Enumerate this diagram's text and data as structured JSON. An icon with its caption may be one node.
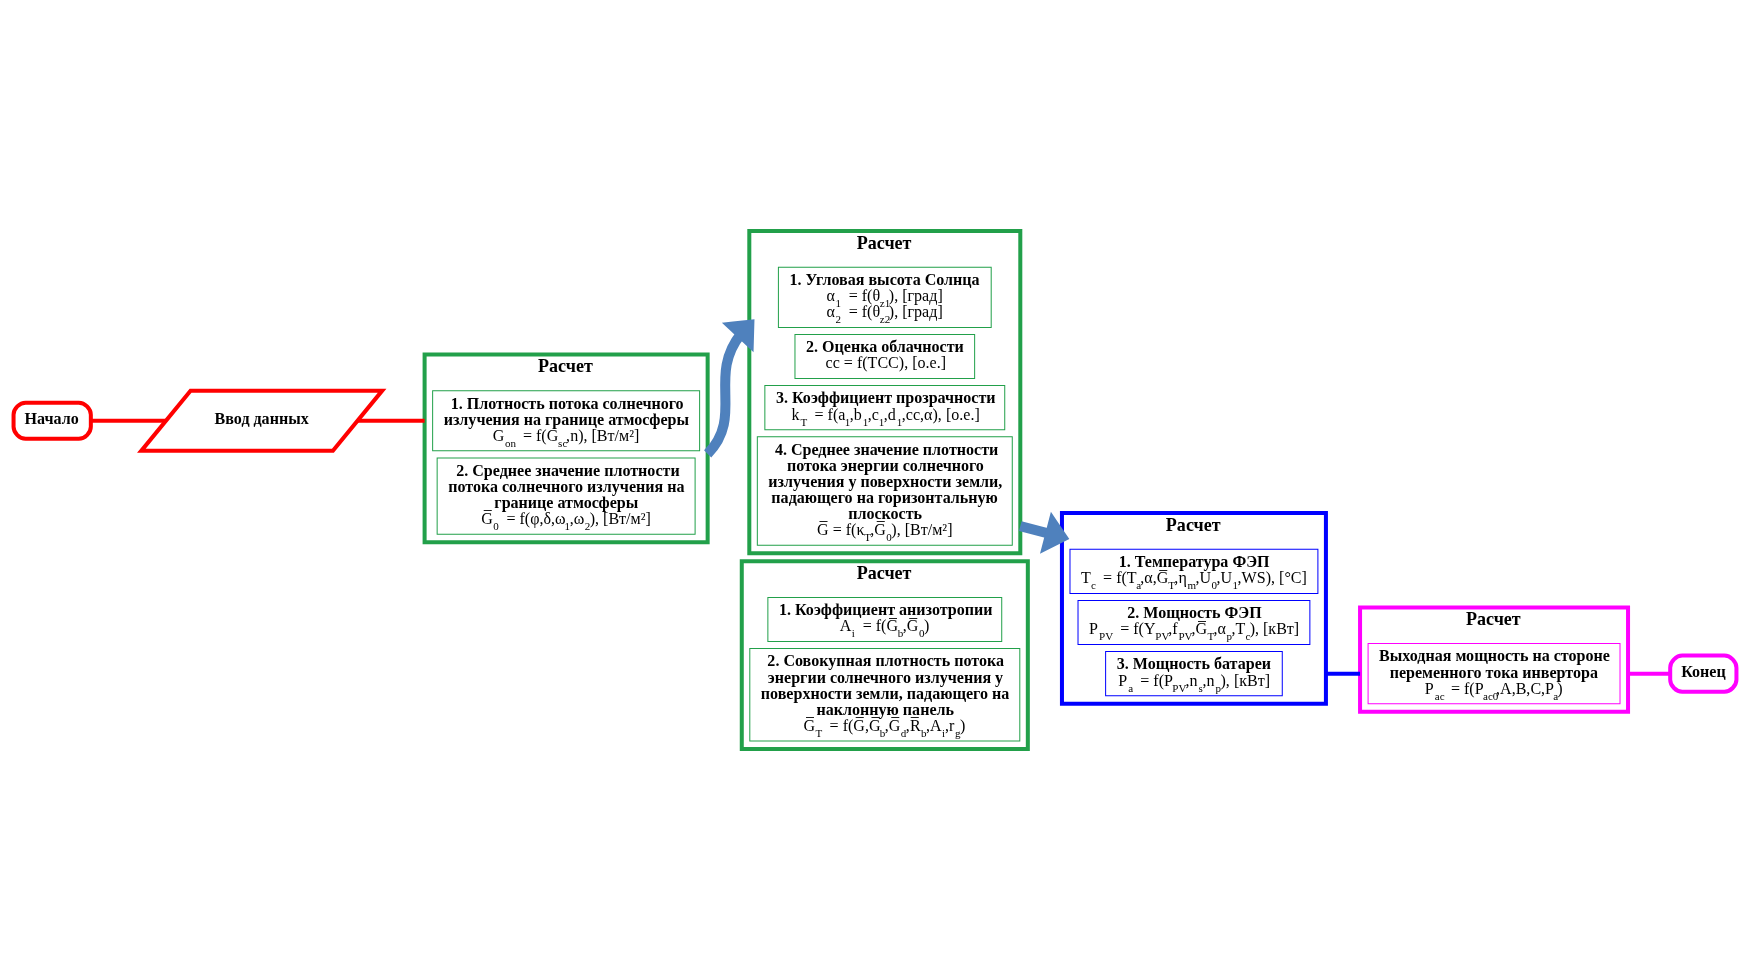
{
  "diagram": {
    "nodes": [
      {
        "text": [
          "Начало"
        ]
      },
      {
        "text": [
          "Ввод данных"
        ]
      },
      {
        "text": [
          "Расчет"
        ]
      },
      {
        "text": [
          "1. Плотность потока солнечного излучения на границе атмосферы",
          "G$_{on}$ = f(G$_{sc}$,n), [Вт/м²]"
        ],
        "in": 2
      },
      {
        "text": [
          "2. Среднее значение плотности потока солнечного излучения на границе атмосферы",
          "G̅$_{0}$ = f(φ,δ,ω$_{1}$,ω$_{2}$), [Вт/м²]"
        ],
        "in": 2
      },
      {
        "text": [
          "Расчет"
        ]
      },
      {
        "text": [
          "1. Угловая высота Солнца",
          "α$_{1}$ = f(θ$_{z1}$), [град]",
          "α$_{2}$ = f(θ$_{z2}$), [град]"
        ],
        "in": 5
      },
      {
        "text": [
          "2. Оценка облачности",
          "cc = f(TCC), [о.е.]"
        ],
        "in": 5
      },
      {
        "text": [
          "3. Коэффициент прозрачности",
          "k$_{T}$ = f(a$_{1}$,b$_{1}$,c$_{1}$,d$_{1}$,cc,α), [о.е.]"
        ],
        "in": 5
      },
      {
        "text": [
          "4. Среднее значение плотности потока энергии солнечного излучения у поверхности земли, падающего на горизонтальную плоскость",
          "G̅ = f(κ$_{T}$,G̅$_{0}$), [Вт/м²]"
        ],
        "in": 5
      },
      {
        "text": [
          "Расчет"
        ]
      },
      {
        "text": [
          "1. Коэффициент анизотропии",
          "A$_{i}$ = f(G̅$_{b}$,G̅$_{0}$)"
        ],
        "in": 10
      },
      {
        "text": [
          "2. Совокупная плотность потока энергии солнечного излучения у поверхности земли, падающего на наклонную панель",
          "G̅$_{T}$ = f(G̅,G̅$_{b}$,G̅$_{d}$,R̅$_{b}$,A$_{i}$,r$_{g}$)"
        ],
        "in": 10
      },
      {
        "text": [
          "Расчет"
        ]
      },
      {
        "text": [
          "1. Температура ФЭП",
          "T$_{c}$ = f(T$_{a}$,α,G̅$_{T}$,η$_{m}$,U$_{0}$,U$_{1}$,WS), [°C]"
        ],
        "in": 13
      },
      {
        "text": [
          "2. Мощность ФЭП",
          "P$_{PV}$ = f(Y$_{PV}$,f$_{PV}$,G̅$_{T}$,α$_{p}$,T$_{c}$), [кВт]"
        ],
        "in": 13
      },
      {
        "text": [
          "3. Мощность батареи",
          "P$_{a}$ = f(P$_{PV}$,n$_{s}$,n$_{p}$), [кВт]"
        ],
        "in": 13
      },
      {
        "text": [
          "Расчет"
        ]
      },
      {
        "text": [
          "Выходная мощность на стороне переменного тока инвертора",
          "P$_{ac}$ = f(P$_{ac0}$,A,B,C,P$_{a}$)"
        ],
        "in": 17
      },
      {
        "text": [
          "Конец"
        ]
      }
    ],
    "edges": [
      {
        "from": 0,
        "to": 1,
        "arrow": "none",
        "color": "#ff0000"
      },
      {
        "from": 1,
        "to": 2,
        "arrow": "none",
        "color": "#ff0000"
      },
      {
        "from": 2,
        "to": 5,
        "arrow": "to",
        "style": "thick",
        "color": "#4f81bd"
      },
      {
        "from": 5,
        "to": 13,
        "arrow": "to",
        "style": "thick",
        "color": "#4f81bd"
      },
      {
        "from": 13,
        "to": 17,
        "arrow": "none",
        "color": "#0000ff"
      },
      {
        "from": 17,
        "to": 19,
        "arrow": "none",
        "color": "#ff00ff"
      }
    ]
  }
}
